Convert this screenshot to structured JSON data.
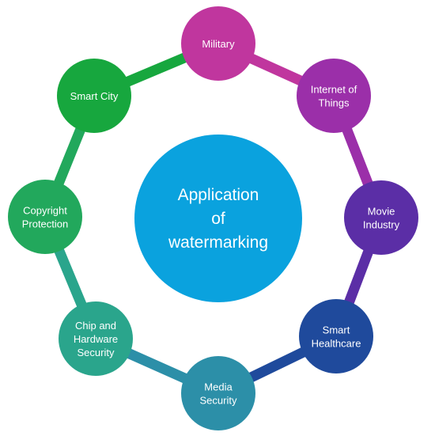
{
  "diagram": {
    "center": {
      "lines": [
        "Application",
        "of",
        "watermarking"
      ],
      "color": "#0aa2de"
    },
    "nodes": [
      {
        "id": "military",
        "lines": [
          "Military"
        ],
        "color": "#c0369e"
      },
      {
        "id": "iot",
        "lines": [
          "Internet of",
          "Things"
        ],
        "color": "#9b2fa9"
      },
      {
        "id": "movie",
        "lines": [
          "Movie",
          "Industry"
        ],
        "color": "#5b2ea6"
      },
      {
        "id": "healthcare",
        "lines": [
          "Smart",
          "Healthcare"
        ],
        "color": "#1f4a9c"
      },
      {
        "id": "media",
        "lines": [
          "Media",
          "Security"
        ],
        "color": "#2c8fa8"
      },
      {
        "id": "chip",
        "lines": [
          "Chip and",
          "Hardware",
          "Security"
        ],
        "color": "#2aa58c"
      },
      {
        "id": "copyright",
        "lines": [
          "Copyright",
          "Protection"
        ],
        "color": "#22a85c"
      },
      {
        "id": "smartcity",
        "lines": [
          "Smart City"
        ],
        "color": "#17a73e"
      }
    ]
  }
}
